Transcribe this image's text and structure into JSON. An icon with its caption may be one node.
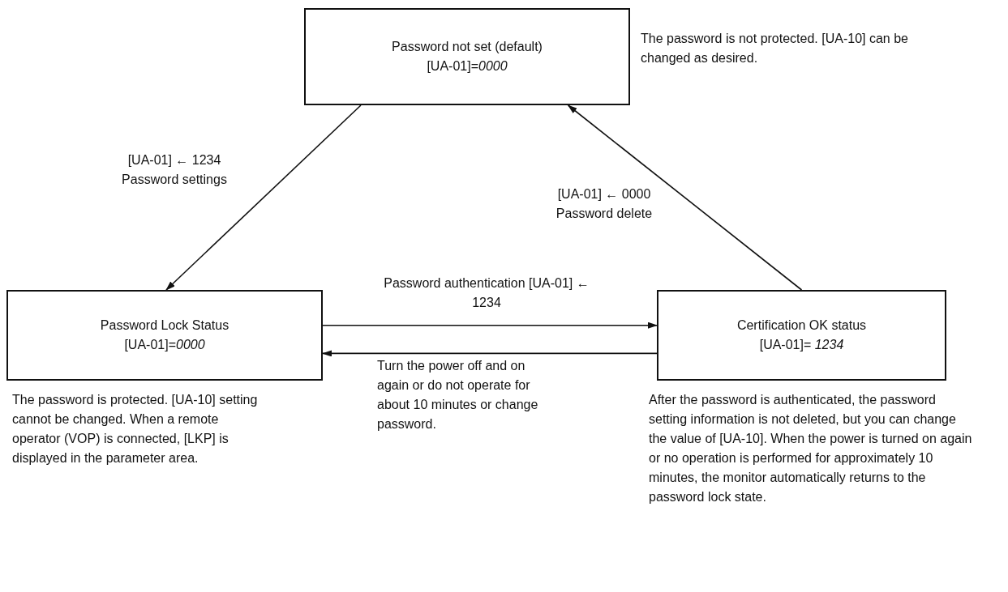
{
  "diagram": {
    "nodes": [
      {
        "text": [
          "Password not set (default)",
          "[UA-01]=*0000*"
        ],
        "beside": [
          "The password is not protected. [UA-10] can be changed as desired."
        ]
      },
      {
        "text": [
          "Password Lock Status",
          "[UA-01]=*0000*"
        ],
        "beside": [
          "The password is protected. [UA-10] setting cannot be changed. When a remote operator (VOP) is connected, [LKP] is displayed in the parameter area."
        ]
      },
      {
        "text": [
          "Certification OK status",
          "[UA-01]= *1234*"
        ],
        "beside": [
          "After the password is authenticated, the password setting information is not deleted, but you can change the value of [UA-10]. When the power is turned on again or no operation is performed for approximately 10 minutes, the monitor automatically returns to the password lock state."
        ]
      }
    ],
    "edges": [
      {
        "from": 0,
        "to": 1,
        "arrow": "to",
        "label": "[UA-01] ← 1234 Password settings"
      },
      {
        "from": 1,
        "to": 2,
        "arrow": "to",
        "label": "Password authentication [UA-01] ← 1234"
      },
      {
        "from": 2,
        "to": 1,
        "arrow": "to",
        "label": "Turn the power off and on again or do not operate for about 10 minutes or change password."
      },
      {
        "from": 2,
        "to": 0,
        "arrow": "to",
        "label": "[UA-01] ← 0000 Password delete"
      }
    ]
  }
}
